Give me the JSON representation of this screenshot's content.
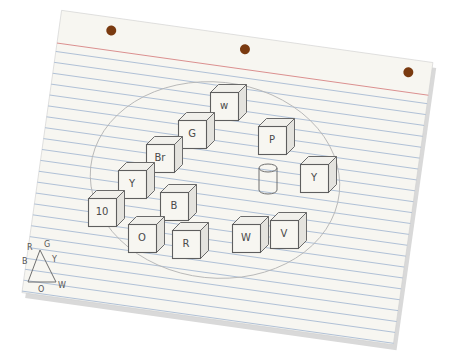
{
  "diagram": {
    "nodes": [
      {
        "text": [
          "w"
        ]
      },
      {
        "text": [
          "G"
        ]
      },
      {
        "text": [
          "Br"
        ]
      },
      {
        "text": [
          "Y"
        ]
      },
      {
        "text": [
          "B"
        ]
      },
      {
        "text": [
          "10"
        ]
      },
      {
        "text": [
          "O"
        ]
      },
      {
        "text": [
          "R"
        ]
      },
      {
        "text": [
          "W"
        ]
      },
      {
        "text": [
          "V"
        ]
      },
      {
        "text": [
          "Y"
        ]
      },
      {
        "text": [
          "P"
        ]
      }
    ],
    "labels": [
      "B",
      "R",
      "G",
      "Y",
      "O",
      "W"
    ]
  }
}
